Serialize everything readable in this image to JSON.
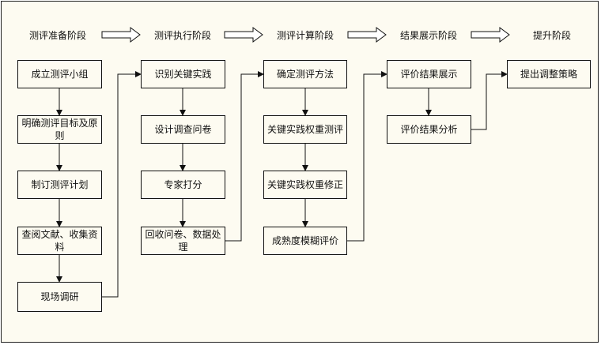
{
  "stages": [
    "测评准备阶段",
    "测评执行阶段",
    "测评计算阶段",
    "结果展示阶段",
    "提升阶段"
  ],
  "columns": [
    {
      "steps": [
        {
          "text": "成立测评小组"
        },
        {
          "text": "明确测评目标及原则"
        },
        {
          "text": "制订测评计划"
        },
        {
          "text": "查阅文献、收集资料"
        },
        {
          "text": "现场调研"
        }
      ]
    },
    {
      "steps": [
        {
          "text": "识别关键实践"
        },
        {
          "text": "设计调查问卷"
        },
        {
          "text": "专家打分"
        },
        {
          "text": "回收问卷、数据处理"
        }
      ]
    },
    {
      "steps": [
        {
          "text": "确定测评方法"
        },
        {
          "text": "关键实践权重测评"
        },
        {
          "text": "关键实践权重修正"
        },
        {
          "text": "成熟度模糊评价"
        }
      ]
    },
    {
      "steps": [
        {
          "text": "评价结果展示"
        },
        {
          "text": "评价结果分析"
        }
      ]
    },
    {
      "steps": [
        {
          "text": "提出调整策略"
        }
      ]
    }
  ]
}
